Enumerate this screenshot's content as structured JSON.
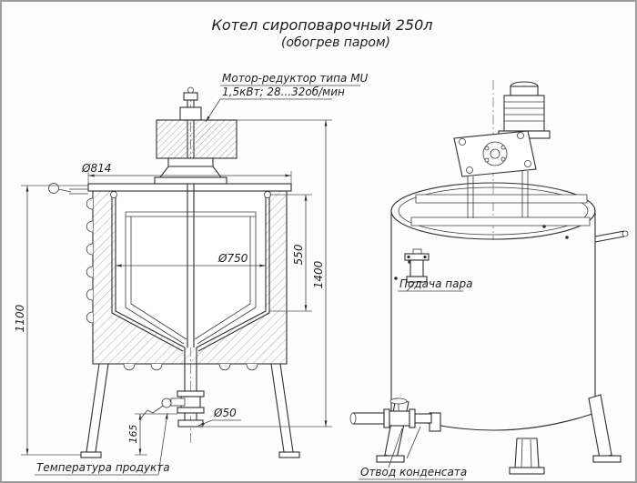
{
  "title": {
    "line1": "Котел сироповарочный 250л",
    "line2": "(обогрев паром)"
  },
  "notes": {
    "motor_line1": "Мотор-редуктор типа MU",
    "motor_line2": "1,5кВт; 28...32об/мин"
  },
  "dimensions": {
    "lid_diameter": "Ø814",
    "vessel_diameter": "Ø750",
    "vessel_depth": "550",
    "overall_height": "1400",
    "body_height": "1100",
    "outlet_height": "165",
    "outlet_diameter": "Ø50"
  },
  "callouts": {
    "steam_supply": "Подача пара",
    "condensate_drain": "Отвод конденсата",
    "product_temperature": "Температура продукта"
  }
}
